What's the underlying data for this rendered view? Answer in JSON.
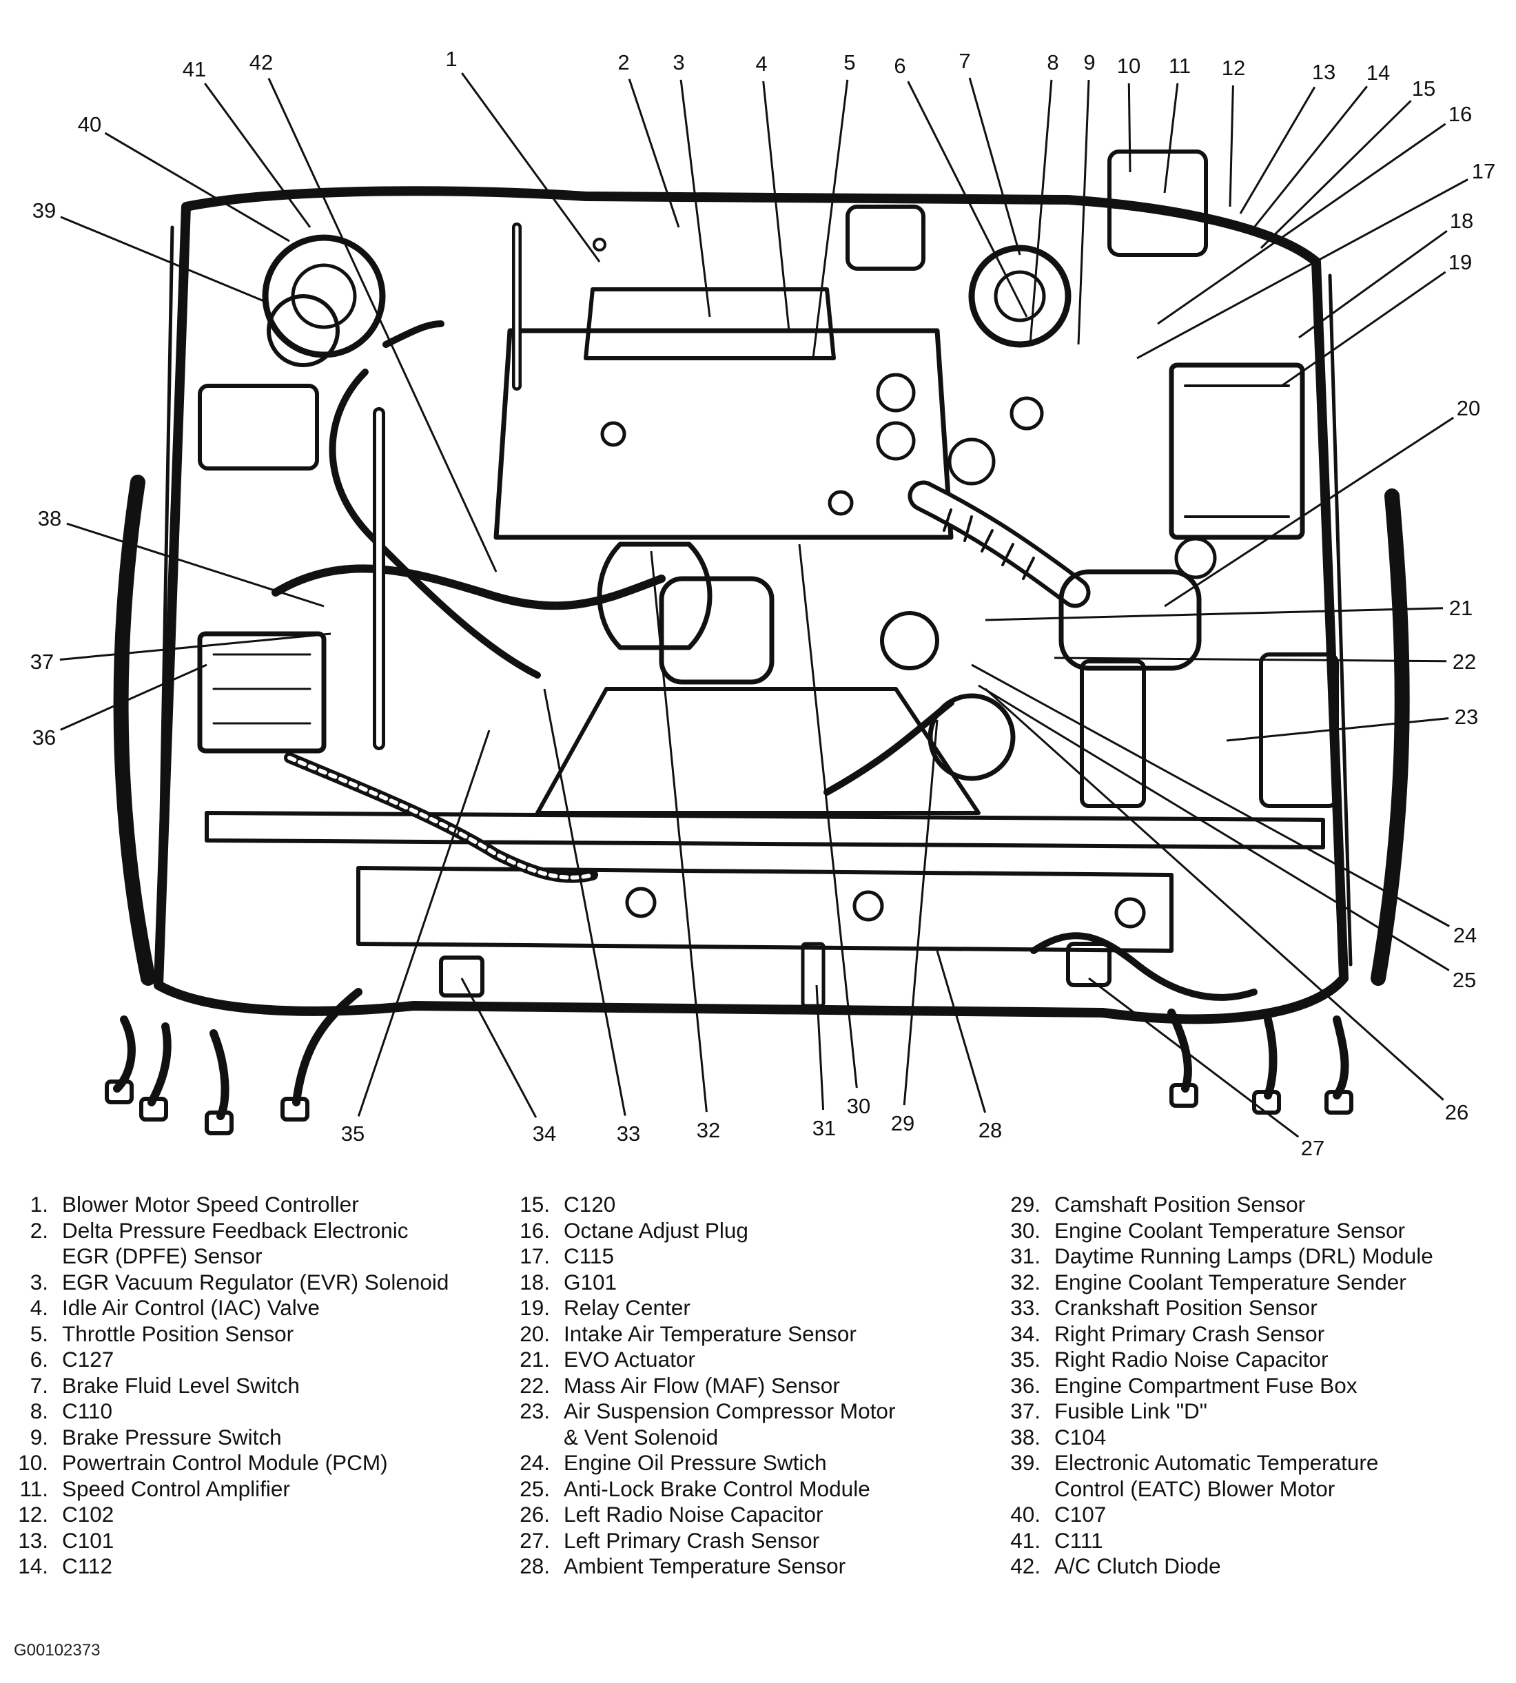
{
  "figure_code": "G00102373",
  "legend_columns": [
    [
      {
        "num": "1.",
        "text": "Blower Motor Speed Controller"
      },
      {
        "num": "2.",
        "text": "Delta Pressure Feedback Electronic\nEGR (DPFE) Sensor"
      },
      {
        "num": "3.",
        "text": "EGR Vacuum Regulator (EVR) Solenoid"
      },
      {
        "num": "4.",
        "text": "Idle Air Control (IAC) Valve"
      },
      {
        "num": "5.",
        "text": "Throttle Position Sensor"
      },
      {
        "num": "6.",
        "text": "C127"
      },
      {
        "num": "7.",
        "text": "Brake Fluid Level Switch"
      },
      {
        "num": "8.",
        "text": "C110"
      },
      {
        "num": "9.",
        "text": "Brake Pressure Switch"
      },
      {
        "num": "10.",
        "text": "Powertrain Control Module (PCM)"
      },
      {
        "num": "11.",
        "text": "Speed Control Amplifier"
      },
      {
        "num": "12.",
        "text": "C102"
      },
      {
        "num": "13.",
        "text": "C101"
      },
      {
        "num": "14.",
        "text": "C112"
      }
    ],
    [
      {
        "num": "15.",
        "text": "C120"
      },
      {
        "num": "16.",
        "text": "Octane Adjust Plug"
      },
      {
        "num": "17.",
        "text": "C115"
      },
      {
        "num": "18.",
        "text": "G101"
      },
      {
        "num": "19.",
        "text": "Relay Center"
      },
      {
        "num": "20.",
        "text": "Intake Air Temperature Sensor"
      },
      {
        "num": "21.",
        "text": "EVO Actuator"
      },
      {
        "num": "22.",
        "text": "Mass Air Flow (MAF) Sensor"
      },
      {
        "num": "23.",
        "text": "Air Suspension Compressor Motor\n& Vent Solenoid"
      },
      {
        "num": "24.",
        "text": "Engine Oil Pressure Swtich"
      },
      {
        "num": "25.",
        "text": "Anti-Lock Brake Control Module"
      },
      {
        "num": "26.",
        "text": "Left Radio Noise Capacitor"
      },
      {
        "num": "27.",
        "text": "Left Primary Crash Sensor"
      },
      {
        "num": "28.",
        "text": "Ambient Temperature Sensor"
      }
    ],
    [
      {
        "num": "29.",
        "text": "Camshaft Position Sensor"
      },
      {
        "num": "30.",
        "text": "Engine Coolant Temperature Sensor"
      },
      {
        "num": "31.",
        "text": "Daytime Running Lamps (DRL) Module"
      },
      {
        "num": "32.",
        "text": "Engine Coolant Temperature Sender"
      },
      {
        "num": "33.",
        "text": "Crankshaft Position Sensor"
      },
      {
        "num": "34.",
        "text": "Right Primary Crash Sensor"
      },
      {
        "num": "35.",
        "text": "Right Radio Noise Capacitor"
      },
      {
        "num": "36.",
        "text": "Engine Compartment Fuse Box"
      },
      {
        "num": "37.",
        "text": "Fusible Link \"D\""
      },
      {
        "num": "38.",
        "text": "C104"
      },
      {
        "num": "39.",
        "text": "Electronic Automatic Temperature\nControl (EATC) Blower Motor"
      },
      {
        "num": "40.",
        "text": "C107"
      },
      {
        "num": "41.",
        "text": "C111"
      },
      {
        "num": "42.",
        "text": "A/C Clutch Diode"
      }
    ]
  ],
  "callouts": [
    "1",
    "2",
    "3",
    "4",
    "5",
    "6",
    "7",
    "8",
    "9",
    "10",
    "11",
    "12",
    "13",
    "14",
    "15",
    "16",
    "17",
    "18",
    "19",
    "20",
    "21",
    "22",
    "23",
    "24",
    "25",
    "26",
    "27",
    "28",
    "29",
    "30",
    "31",
    "32",
    "33",
    "34",
    "35",
    "36",
    "37",
    "38",
    "39",
    "40",
    "41",
    "42"
  ]
}
